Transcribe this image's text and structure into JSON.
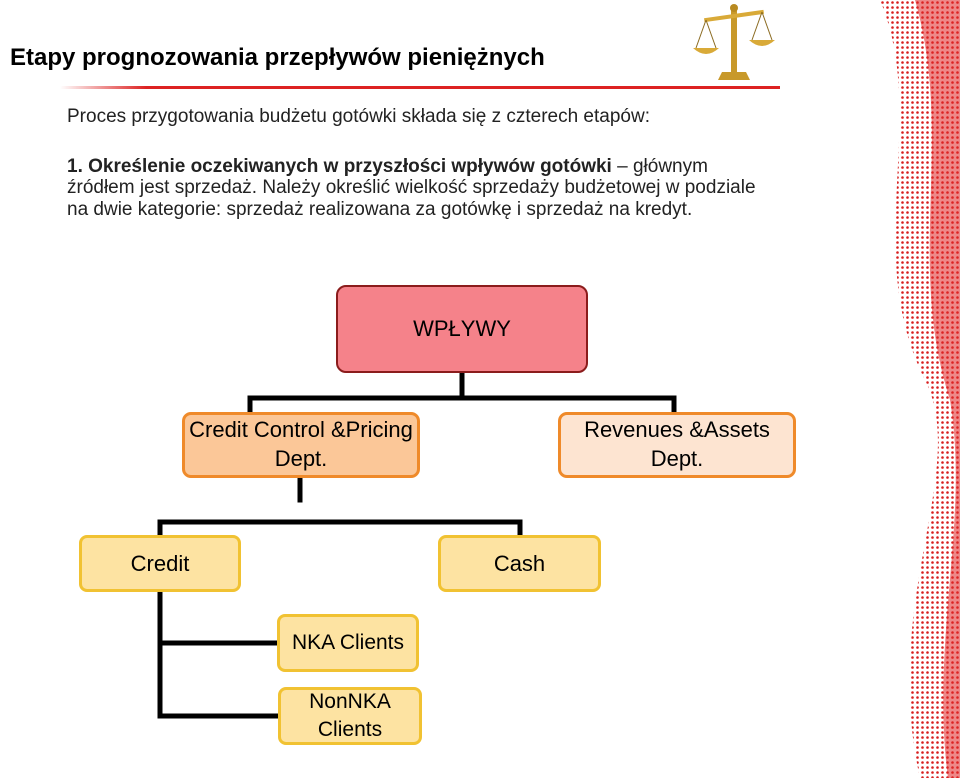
{
  "title": "Etapy prognozowania przepływów pieniężnych",
  "intro": "Proces przygotowania budżetu gotówki składa się z czterech etapów:",
  "step": {
    "head": "1. Określenie oczekiwanych w przyszłości wpływów gotówki",
    "body": " – głównym źródłem jest sprzedaż. Należy określić wielkość sprzedaży budżetowej w podziale na dwie kategorie: sprzedaż realizowana za gotówkę i sprzedaż na kredyt."
  },
  "diagram": {
    "root": "WPŁYWY",
    "dept_credit": "Credit Control &Pricing Dept.",
    "dept_revenues": "Revenues &Assets Dept.",
    "credit": "Credit",
    "cash": "Cash",
    "nka": "NKA Clients",
    "nonnka": "NonNKA Clients"
  },
  "colors": {
    "accent": "#d22222",
    "root_fill": "#f5828a",
    "dept_border": "#ef8a2a",
    "leaf_fill": "#fde3a2",
    "leaf_border": "#f1c232"
  },
  "icons": {
    "scale": "balance-scale-icon",
    "decoration": "red-dotted-wave-decoration"
  }
}
